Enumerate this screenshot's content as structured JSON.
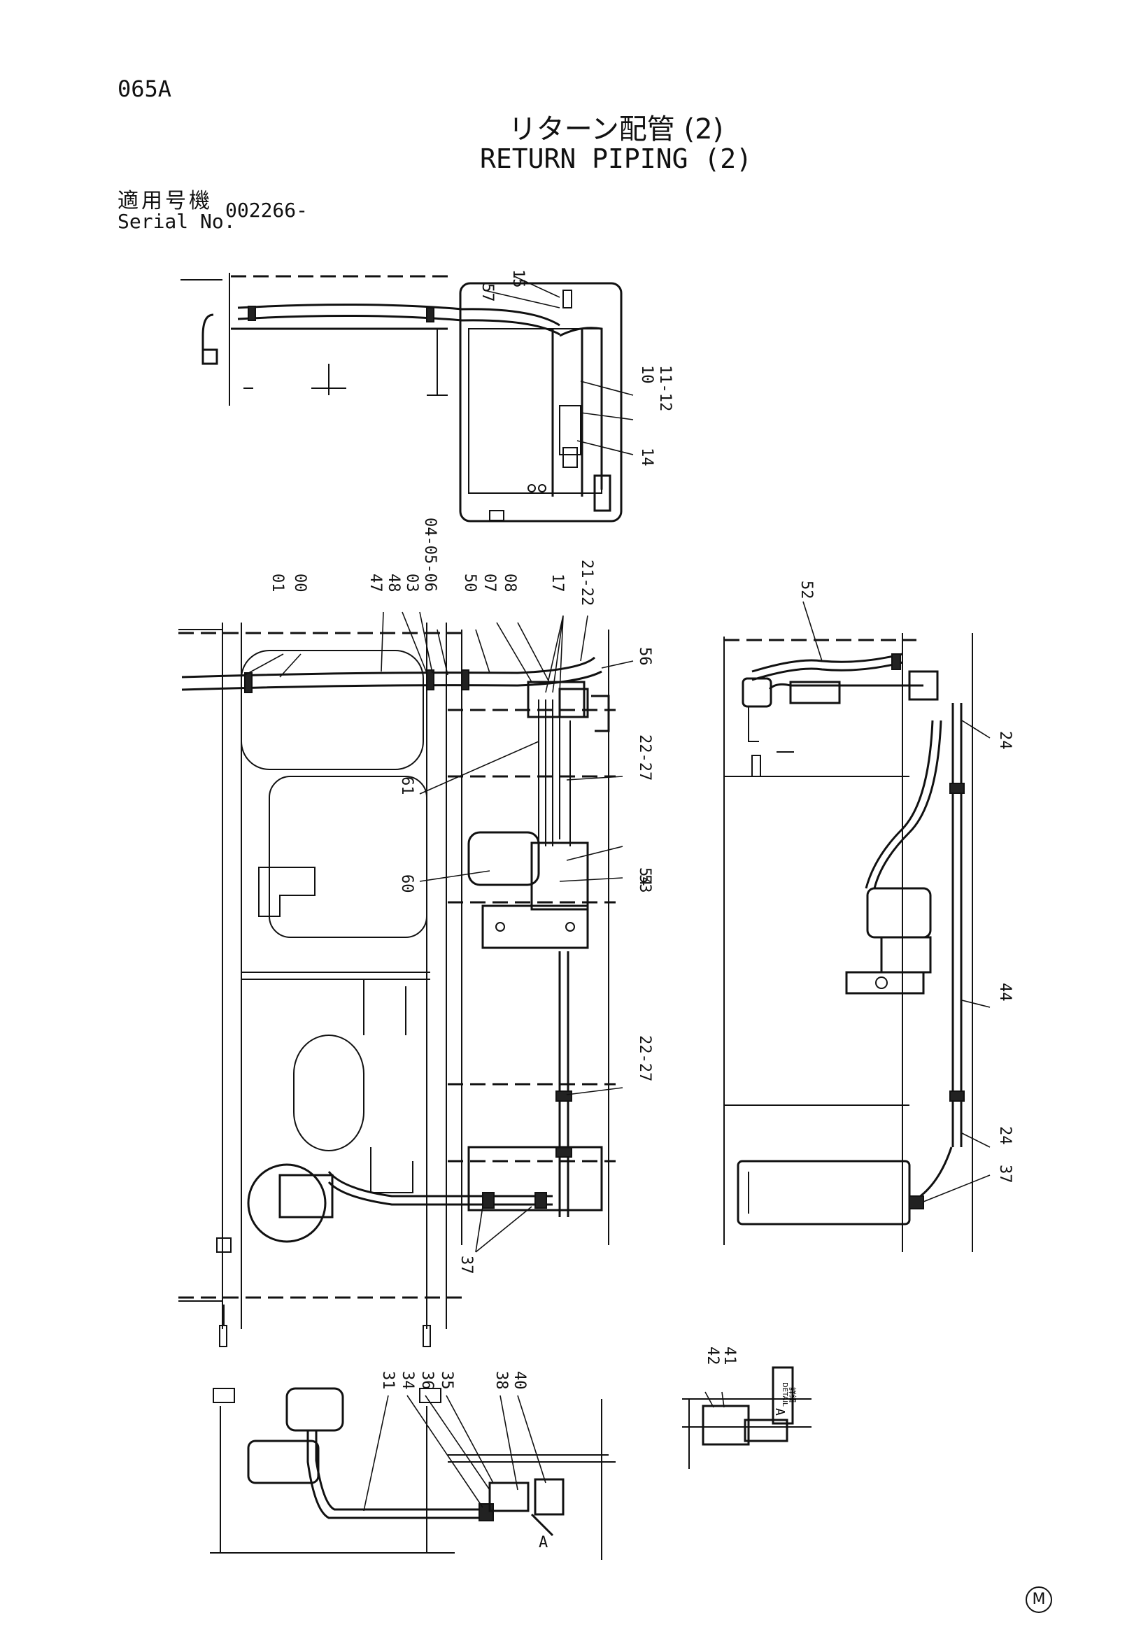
{
  "header": {
    "page_code": "065A",
    "title_jp": "リターン配管 (2)",
    "title_en": "RETURN PIPING (2)",
    "serial_label_jp": "適用号機",
    "serial_label_en": "Serial No.",
    "serial_value": "002266-"
  },
  "callouts": {
    "top": [
      "57",
      "15",
      "10",
      "11-12",
      "14"
    ],
    "main": [
      "01",
      "00",
      "47",
      "48",
      "03",
      "04-05-06",
      "50",
      "07",
      "08",
      "17",
      "21-22",
      "56",
      "61",
      "22-27",
      "54",
      "53",
      "60",
      "22-27",
      "37"
    ],
    "right": [
      "52",
      "24",
      "44",
      "24",
      "37"
    ],
    "bottom": [
      "31",
      "34",
      "36",
      "35",
      "38",
      "40",
      "A"
    ],
    "detail": [
      "42",
      "41"
    ]
  },
  "detail_box": {
    "jp": "詳細",
    "en": "DETAIL",
    "letter": "A"
  },
  "footer_mark": "M"
}
